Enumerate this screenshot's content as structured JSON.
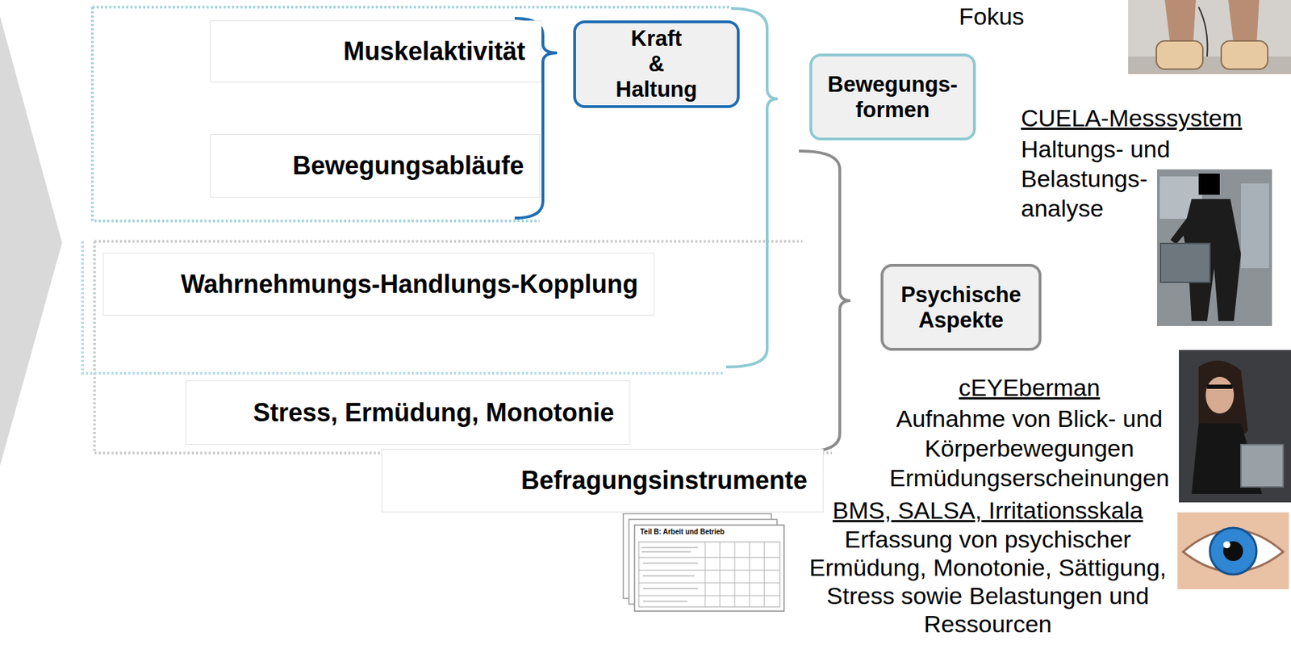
{
  "diagram": {
    "nodes": [
      {
        "text": [
          "Muskelaktivität"
        ]
      },
      {
        "text": [
          "Bewegungsabläufe"
        ]
      },
      {
        "text": [
          "Kraft & Haltung"
        ]
      },
      {
        "text": [
          "Bewegungs- formen"
        ]
      },
      {
        "text": [
          "Wahrnehmungs-Handlungs-Kopplung"
        ]
      },
      {
        "text": [
          "Stress, Ermüdung, Monotonie"
        ]
      },
      {
        "text": [
          "Psychische Aspekte"
        ]
      },
      {
        "text": [
          "Befragungsinstrumente"
        ]
      }
    ],
    "labels": [
      "Fokus",
      "CUELA-Messsystem",
      "Haltungs- und Belastungs- analyse",
      "cEYEberman",
      "Aufnahme von Blick- und Körperbewegungen",
      "Ermüdungserscheinungen",
      "BMS, SALSA, Irritationsskala",
      "Erfassung von psychischer Ermüdung, Monotonie, Sättigung, Stress sowie Belastungen und Ressourcen",
      "Teil B: Arbeit und Betrieb"
    ]
  }
}
